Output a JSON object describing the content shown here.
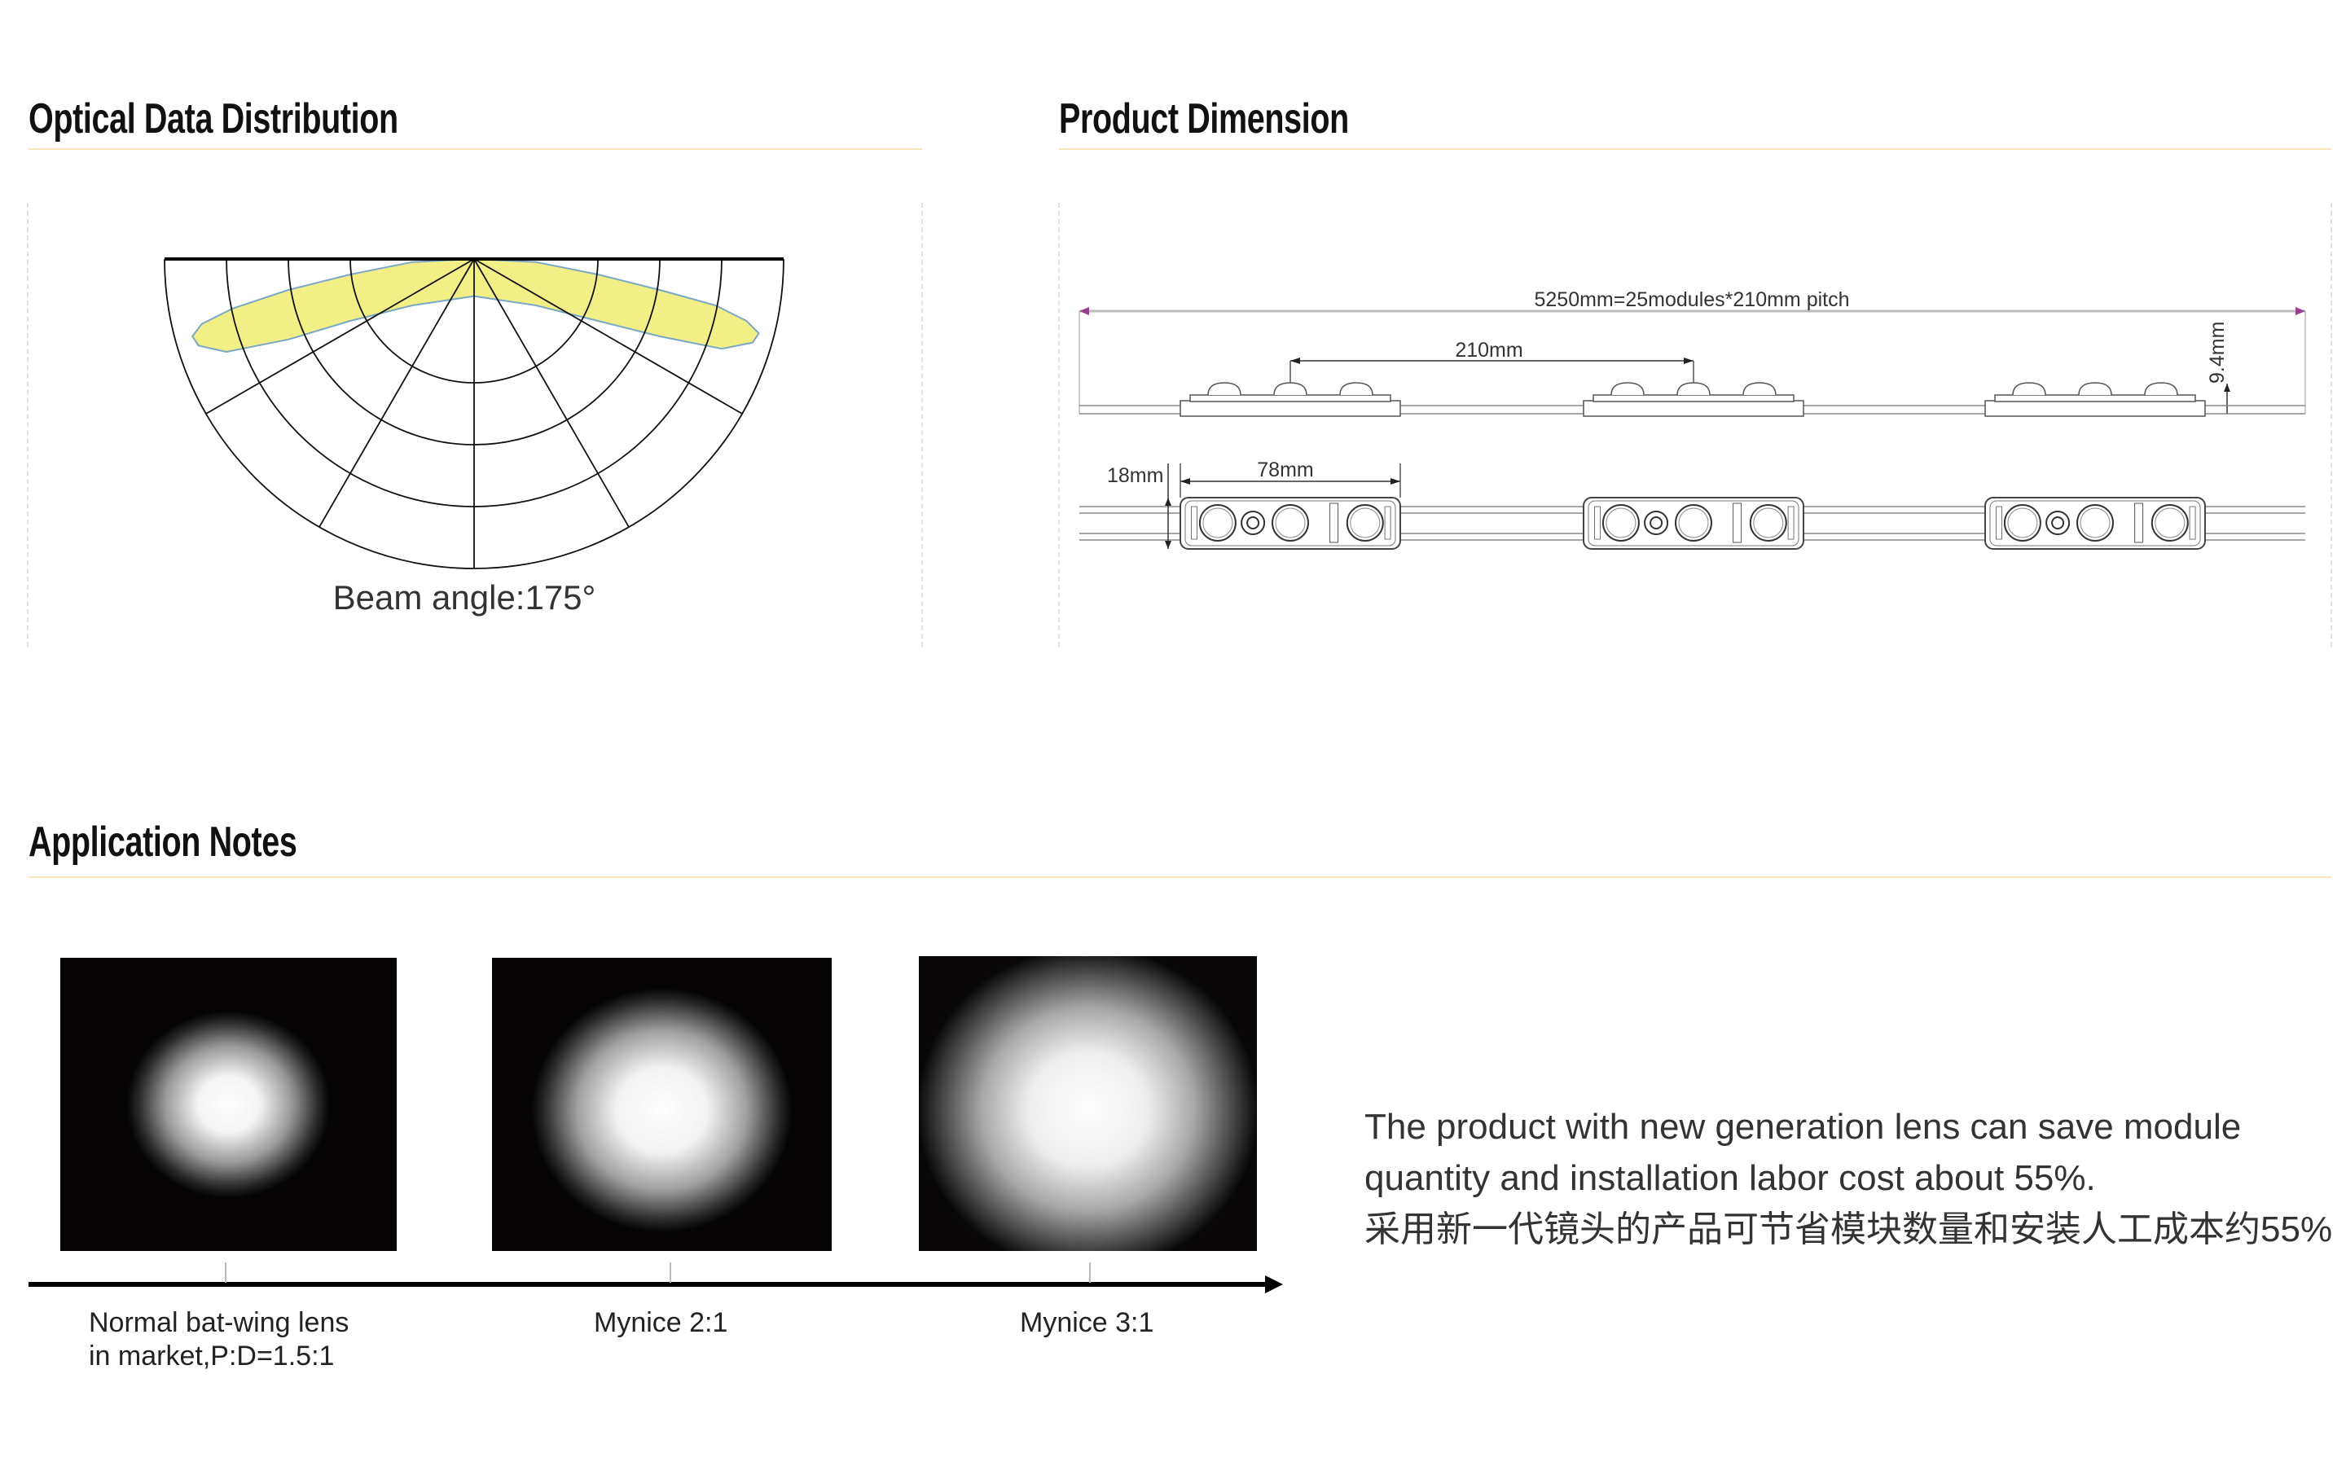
{
  "sections": {
    "optical": {
      "title": "Optical Data Distribution",
      "beam_label": "Beam angle:175°"
    },
    "dimension": {
      "title": "Product Dimension",
      "total_length": "5250mm=25modules*210mm pitch",
      "pitch": "210mm",
      "height": "9.4mm",
      "width": "18mm",
      "module_length": "78mm"
    },
    "application": {
      "title": "Application Notes",
      "samples": [
        {
          "label_line1": "Normal bat-wing lens",
          "label_line2": "in market,P:D=1.5:1"
        },
        {
          "label_line1": "Mynice 2:1"
        },
        {
          "label_line1": "Mynice 3:1"
        }
      ],
      "note_en_line1": "The product with new generation lens can save module",
      "note_en_line2": "quantity and installation labor cost about 55%.",
      "note_zh": "采用新一代镜头的产品可节省模块数量和安装人工成本约55%"
    }
  },
  "colors": {
    "accent_rule": "#f7e6b8",
    "lobe_fill": "#f2ef86",
    "lobe_stroke": "#7aa7c7",
    "dim_arrow": "#9b3f8c"
  }
}
